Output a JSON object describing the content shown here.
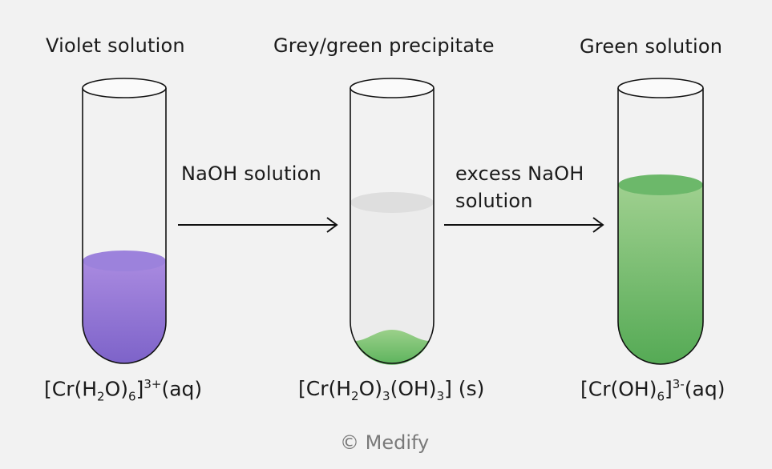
{
  "tubes": [
    {
      "label": "Violet solution",
      "formula": {
        "prefix": "[Cr(H",
        "s1": "2",
        "mid1": "O)",
        "s2": "6",
        "mid2": "]",
        "sup": "3+",
        "suffix": "(aq)"
      },
      "colors": {
        "top": "#a98ae0",
        "bottom": "#7d63c9",
        "surface": "#9c82dc"
      }
    },
    {
      "label": "Grey/green precipitate",
      "formula": {
        "prefix": "[Cr(H",
        "s1": "2",
        "mid1": "O)",
        "s2": "3",
        "mid2": "(OH)",
        "s3": "3",
        "suffix": "] (s)"
      },
      "colors": {
        "liquid": "#ececec",
        "surface": "#dedede",
        "precipitate_top": "#9bd08a",
        "precipitate_bottom": "#5cb35c"
      }
    },
    {
      "label": "Green solution",
      "formula": {
        "prefix": "[Cr(OH)",
        "s1": "6",
        "mid1": "]",
        "sup": "3-",
        "suffix": "(aq)"
      },
      "colors": {
        "top": "#9fd08f",
        "bottom": "#55aa55",
        "surface": "#6cb86a"
      }
    }
  ],
  "arrows": [
    {
      "lines": [
        "NaOH solution"
      ]
    },
    {
      "lines": [
        "excess NaOH",
        "solution"
      ]
    }
  ],
  "copyright": "© Medify"
}
